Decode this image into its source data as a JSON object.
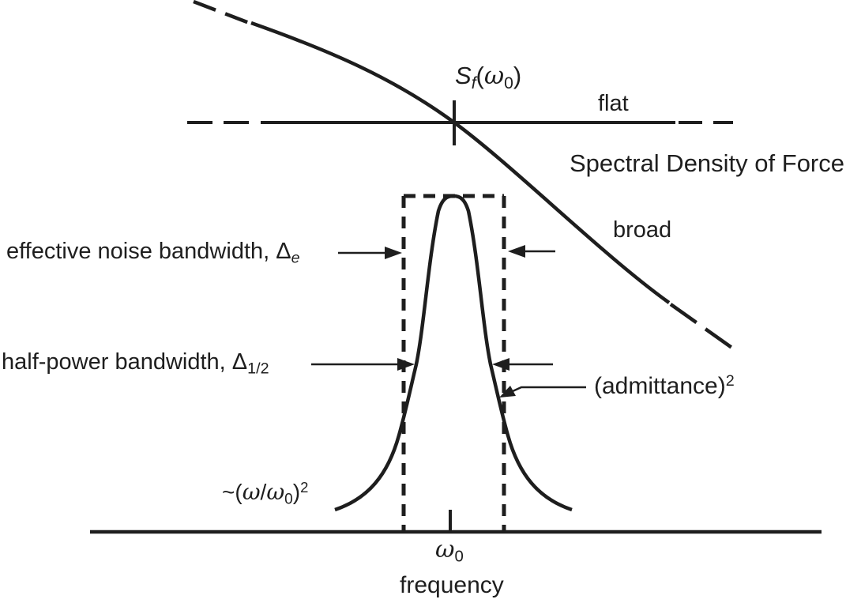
{
  "colors": {
    "ink": "#1e1e1e",
    "background": "#ffffff"
  },
  "labels": {
    "spectral_density_value": {
      "base": "S",
      "base_sub": "f",
      "open": "(",
      "omega": "ω",
      "omega_sub": "0",
      "close": ")"
    },
    "flat": "flat",
    "spectral_density": "Spectral Density of Force",
    "broad": "broad",
    "effective_noise_bandwidth": {
      "text": "effective noise bandwidth, ",
      "delta": "Δ",
      "sub": "e"
    },
    "half_power_bandwidth": {
      "text": "half-power bandwidth, ",
      "delta": "Δ",
      "sub": "1/2"
    },
    "admittance": {
      "text": "(admittance)",
      "sup": "2"
    },
    "rolloff": {
      "pre": "~(",
      "omega1": "ω",
      "slash": "/",
      "omega2": "ω",
      "sub": "0",
      "close": ")",
      "sup": "2"
    },
    "axis_tick": {
      "omega": "ω",
      "sub": "0"
    },
    "axis_label": "frequency"
  }
}
